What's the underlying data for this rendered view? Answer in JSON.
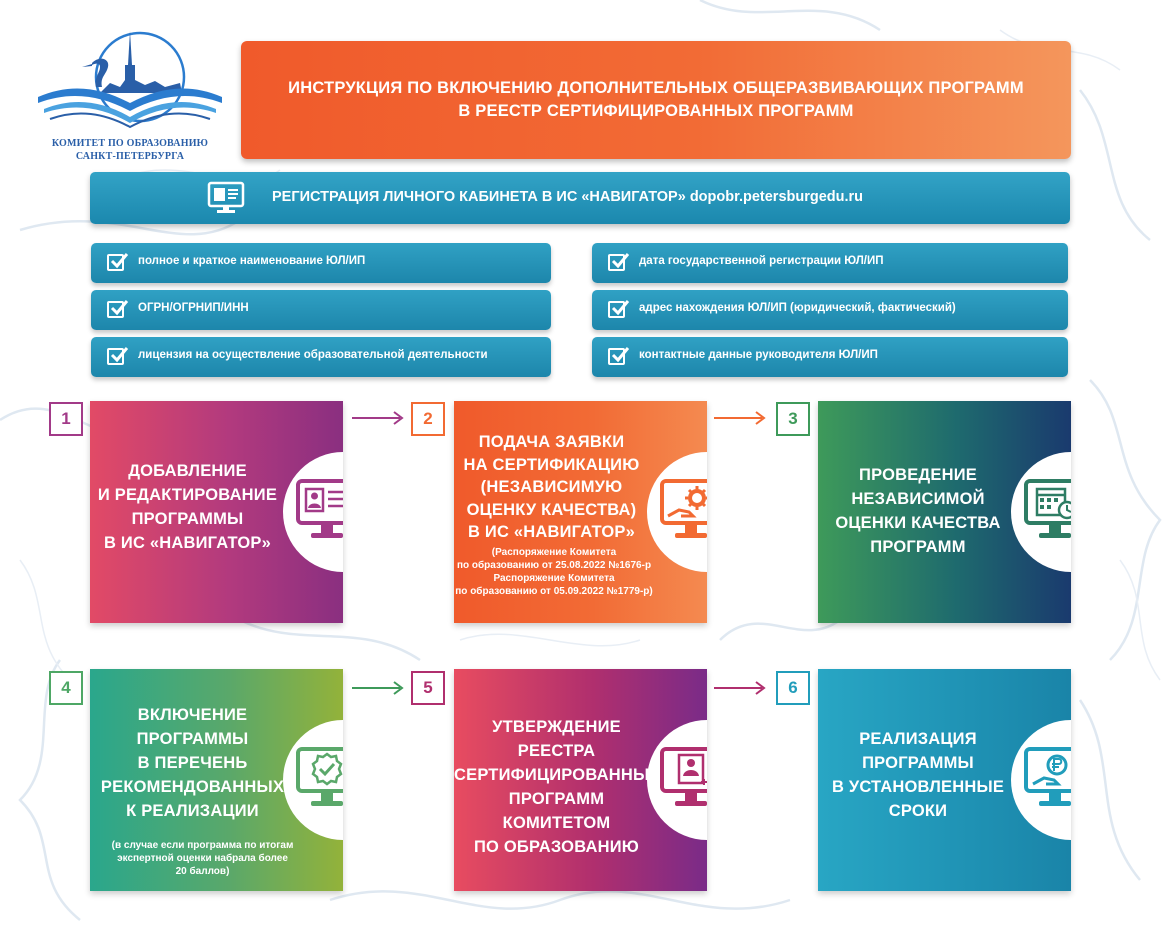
{
  "logo": {
    "line1": "КОМИТЕТ ПО ОБРАЗОВАНИЮ",
    "line2": "САНКТ-ПЕТЕРБУРГА",
    "icon": "peter-paul-fortress-heron-book-logo"
  },
  "title": {
    "line1": "ИНСТРУКЦИЯ ПО ВКЛЮЧЕНИЮ ДОПОЛНИТЕЛЬНЫХ ОБЩЕРАЗВИВАЮЩИХ ПРОГРАММ",
    "line2": "В РЕЕСТР СЕРТИФИЦИРОВАННЫХ ПРОГРАММ"
  },
  "registration": {
    "text": "РЕГИСТРАЦИЯ ЛИЧНОГО КАБИНЕТА В ИС «НАВИГАТОР» dopobr.petersburgedu.ru",
    "icon": "monitor-form-icon"
  },
  "checklist": [
    "полное и краткое наименование ЮЛ/ИП",
    "ОГРН/ОГРНИП/ИНН",
    "лицензия на осуществление образовательной деятельности",
    "дата государственной регистрации ЮЛ/ИП",
    "адрес нахождения ЮЛ/ИП (юридический, фактический)",
    "контактные данные руководителя ЮЛ/ИП"
  ],
  "steps": [
    {
      "number": "1",
      "lines": [
        "ДОБАВЛЕНИЕ",
        "И РЕДАКТИРОВАНИЕ",
        "ПРОГРАММЫ",
        "В ИС «НАВИГАТОР»"
      ],
      "icon": "monitor-profile-icon",
      "color": "#a23a88"
    },
    {
      "number": "2",
      "lines": [
        "ПОДАЧА ЗАЯВКИ",
        "НА СЕРТИФИКАЦИЮ",
        "(НЕЗАВИСИМУЮ",
        "ОЦЕНКУ КАЧЕСТВА)",
        "В ИС «НАВИГАТОР»"
      ],
      "note": [
        "(Распоряжение Комитета",
        "по образованию от 25.08.2022 №1676-р",
        "Распоряжение Комитета",
        "по образованию от 05.09.2022 №1779-р)"
      ],
      "icon": "monitor-hand-gear-icon",
      "color": "#f26a32"
    },
    {
      "number": "3",
      "lines": [
        "ПРОВЕДЕНИЕ",
        "НЕЗАВИСИМОЙ",
        "ОЦЕНКИ КАЧЕСТВА",
        "ПРОГРАММ"
      ],
      "icon": "monitor-calendar-clock-icon",
      "color": "#3e9a5a"
    },
    {
      "number": "4",
      "lines": [
        "ВКЛЮЧЕНИЕ",
        "ПРОГРАММЫ",
        "В ПЕРЕЧЕНЬ",
        "РЕКОМЕНДОВАННЫХ",
        "К РЕАЛИЗАЦИИ"
      ],
      "note": [
        "(в случае если программа по итогам",
        "экспертной оценки набрала более",
        "20 баллов)"
      ],
      "icon": "monitor-badge-check-icon",
      "color": "#4ea765"
    },
    {
      "number": "5",
      "lines": [
        "УТВЕРЖДЕНИЕ РЕЕСТРА",
        "СЕРТИФИЦИРОВАННЫХ",
        "ПРОГРАММ",
        "КОМИТЕТОМ",
        "ПО ОБРАЗОВАНИЮ"
      ],
      "icon": "monitor-person-document-icon",
      "color": "#b02f6e"
    },
    {
      "number": "6",
      "lines": [
        "РЕАЛИЗАЦИЯ",
        "ПРОГРАММЫ",
        "В УСТАНОВЛЕННЫЕ",
        "СРОКИ"
      ],
      "icon": "monitor-hand-ruble-icon",
      "color": "#219dbb"
    }
  ]
}
